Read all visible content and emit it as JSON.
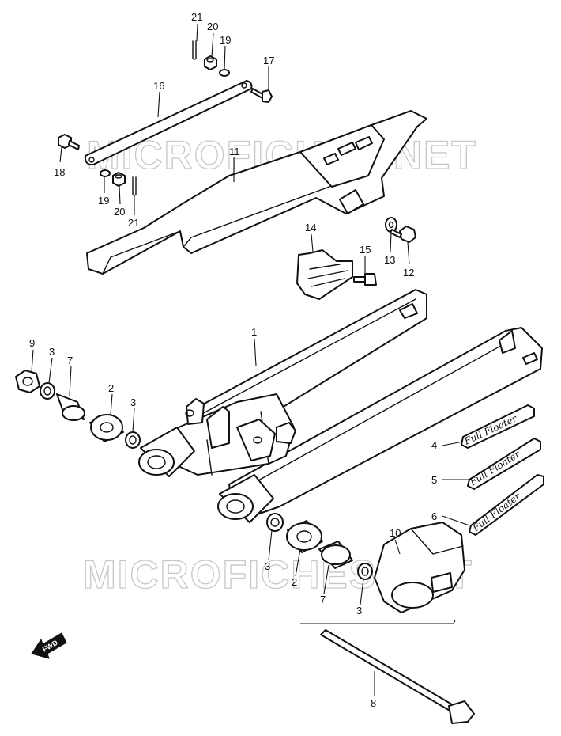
{
  "watermark": "MICROFICHES.NET",
  "decal_text": "Full Floater",
  "fwd_label": "FWD",
  "callouts": [
    "1",
    "2",
    "2",
    "3",
    "3",
    "3",
    "3",
    "4",
    "5",
    "6",
    "7",
    "7",
    "8",
    "9",
    "10",
    "11",
    "12",
    "13",
    "14",
    "15",
    "16",
    "17",
    "18",
    "19",
    "19",
    "20",
    "20",
    "21",
    "21"
  ]
}
